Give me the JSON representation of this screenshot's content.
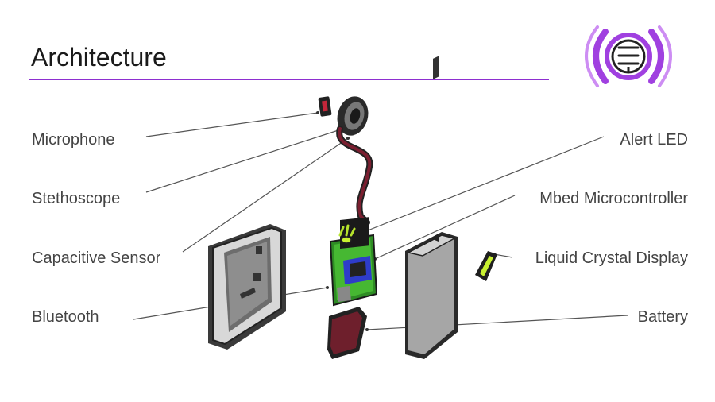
{
  "slide": {
    "title": "Architecture"
  },
  "colors": {
    "accent": "#8e2fd0",
    "label_text": "#444444",
    "leader_line": "#555555",
    "board_green": "#3fae2a",
    "mcu_blue": "#2e3cc9",
    "led_yellow": "#c8f030",
    "sensor_red": "#6e1f2c",
    "case_gray": "#8a8a8a"
  },
  "logo": {
    "icon": "stethoscope-sound-waves-icon"
  },
  "labels": {
    "left": [
      "Microphone",
      "Stethoscope",
      "Capacitive Sensor",
      "Bluetooth"
    ],
    "right": [
      "Alert LED",
      "Mbed Microcontroller",
      "Liquid Crystal Display",
      "Battery"
    ]
  }
}
